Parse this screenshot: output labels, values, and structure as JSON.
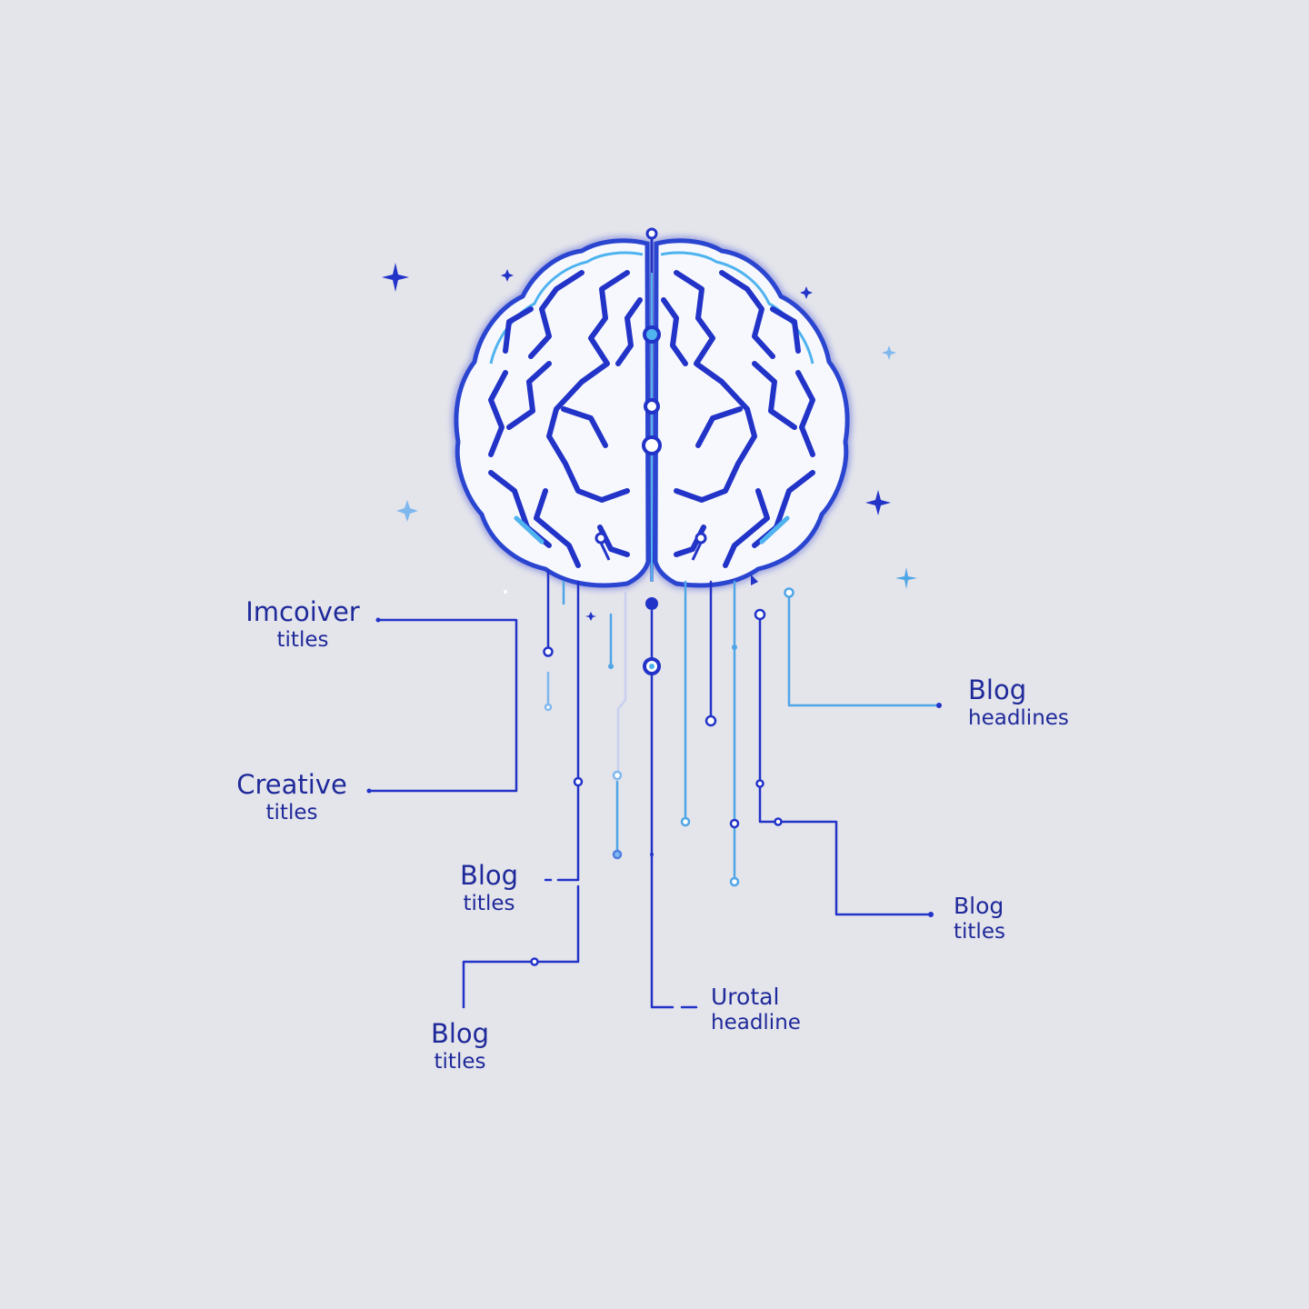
{
  "labels": [
    {
      "id": "imcoiver",
      "line1": "Imcoiver",
      "line2": "titles"
    },
    {
      "id": "creative",
      "line1": "Creative",
      "line2": "titles"
    },
    {
      "id": "blog-mid-left",
      "line1": "Blog",
      "line2": "titles"
    },
    {
      "id": "blog-bottom-left",
      "line1": "Blog",
      "line2": "titles"
    },
    {
      "id": "urotal",
      "line1": "Urotal",
      "line2": "headline"
    },
    {
      "id": "blog-headlines",
      "line1": "Blog",
      "line2": "headlines"
    },
    {
      "id": "blog-right",
      "line1": "Blog",
      "line2": "titles"
    }
  ],
  "colors": {
    "background": "#e4e4eb",
    "navy": "#1f2a9a",
    "royal": "#2233c8",
    "light_blue": "#4fa6e6",
    "brain_fill": "#f7f8fd"
  },
  "icons": [
    "brain-icon",
    "sparkle-icon",
    "connector-node-icon"
  ]
}
